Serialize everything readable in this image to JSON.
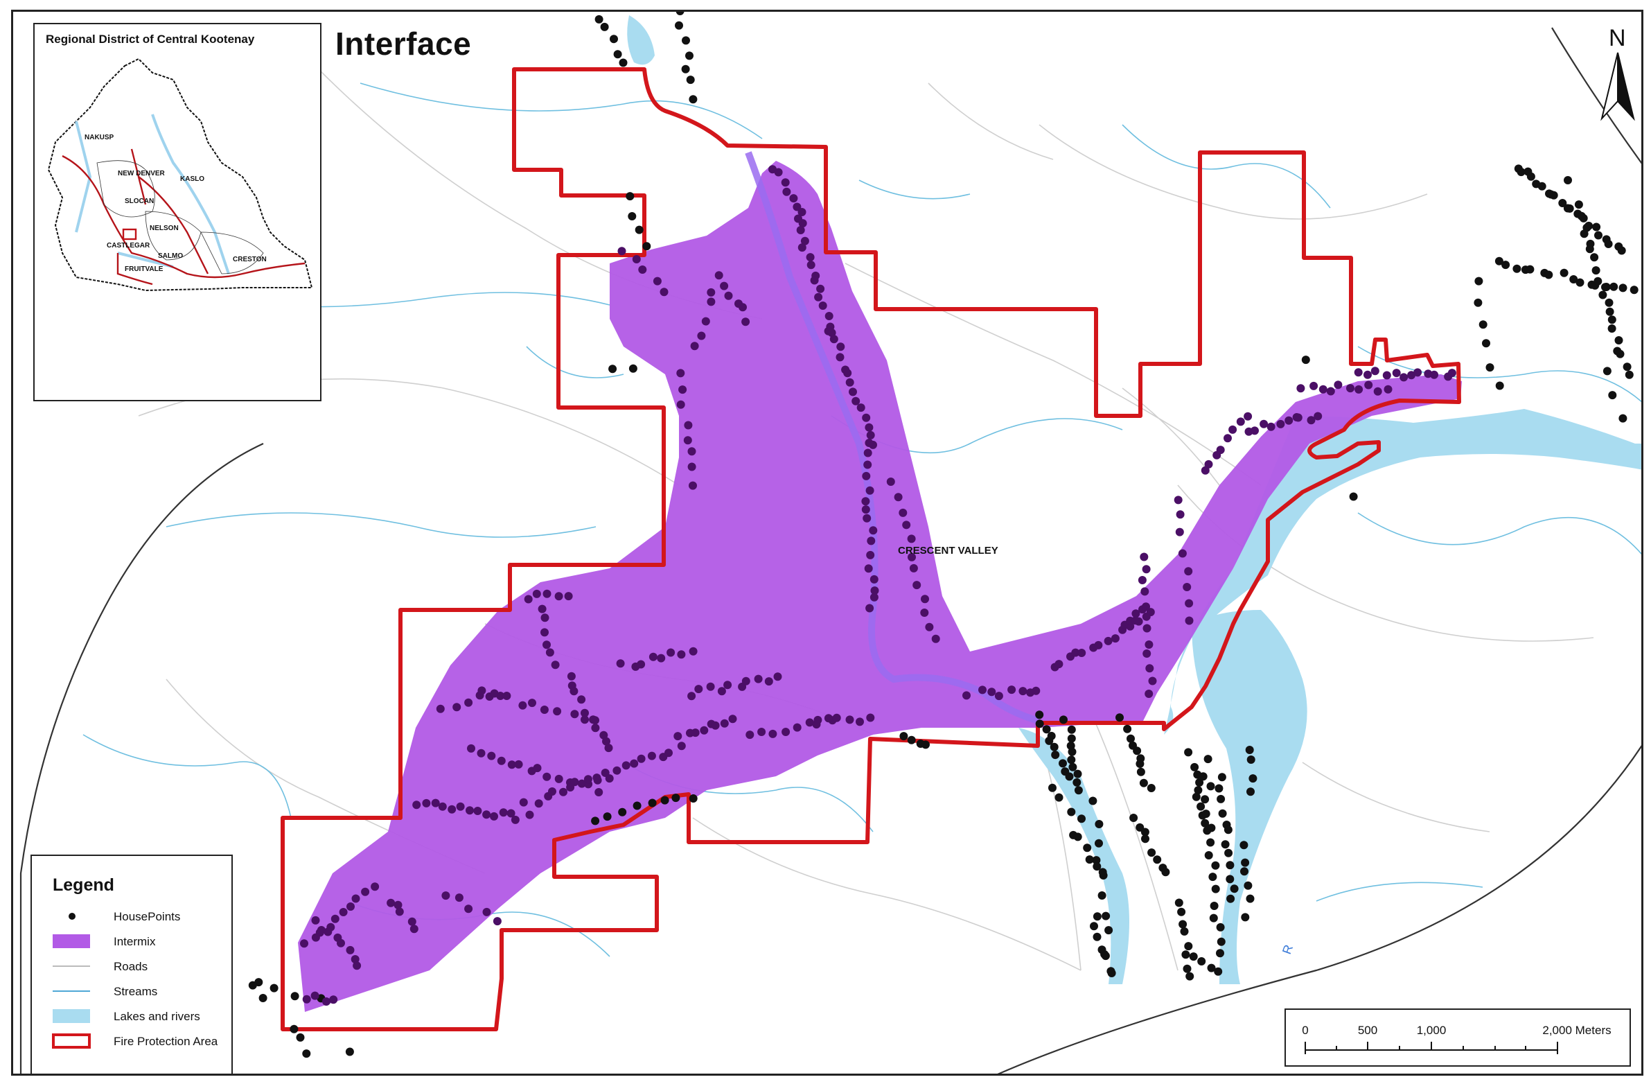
{
  "map": {
    "title": "Interface",
    "place_label": "CRESCENT VALLEY"
  },
  "inset": {
    "title": "Regional District of Central Kootenay",
    "towns": [
      "NAKUSP",
      "NEW DENVER",
      "KASLO",
      "SLOCAN",
      "NELSON",
      "CASTLEGAR",
      "SALMO",
      "FRUITVALE",
      "CRESTON"
    ]
  },
  "legend": {
    "title": "Legend",
    "items": [
      {
        "label": "HousePoints",
        "symbol": "point"
      },
      {
        "label": "Intermix",
        "symbol": "fill-purple"
      },
      {
        "label": "Roads",
        "symbol": "line-grey"
      },
      {
        "label": "Streams",
        "symbol": "line-blue"
      },
      {
        "label": "Lakes and rivers",
        "symbol": "fill-lightblue"
      },
      {
        "label": "Fire Protection Area",
        "symbol": "outline-red"
      }
    ]
  },
  "north_arrow": {
    "letter": "N"
  },
  "scale_bar": {
    "labels": [
      "0",
      "500",
      "1,000",
      "2,000 Meters"
    ]
  },
  "colors": {
    "intermix": "#b25ae6",
    "intermix_dark": "#9a3fd4",
    "fire_area": "#d3161b",
    "water": "#a9dcf0",
    "stream": "#6fbfe0",
    "road": "#cfcfcf",
    "house": "#111111",
    "house_intermix": "#4b0f66"
  }
}
